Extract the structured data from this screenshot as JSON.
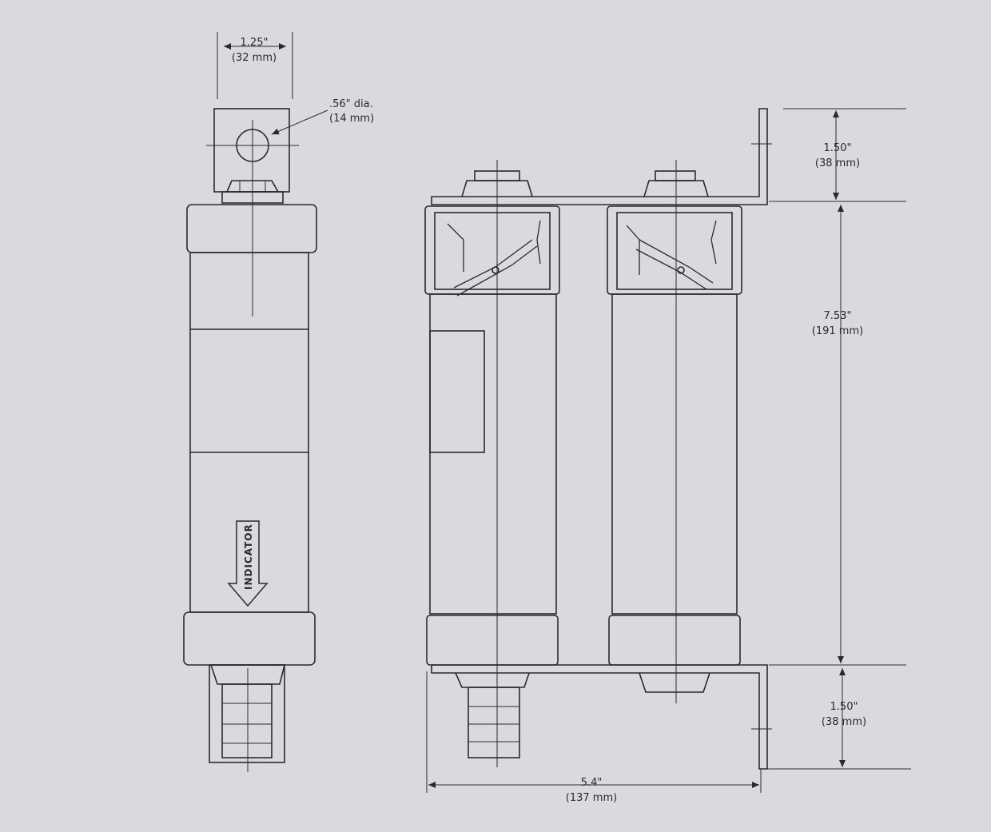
{
  "page": {
    "background": "#dcd9de",
    "line_color": "#2a2a2e"
  },
  "dimensions": {
    "width_top": {
      "imperial": "1.25\"",
      "metric": "(32 mm)"
    },
    "hole_dia": {
      "imperial": ".56\" dia.",
      "metric": "(14 mm)"
    },
    "bracket_top": {
      "imperial": "1.50\"",
      "metric": "(38 mm)"
    },
    "body_length": {
      "imperial": "7.53\"",
      "metric": "(191 mm)"
    },
    "bracket_bottom": {
      "imperial": "1.50\"",
      "metric": "(38 mm)"
    },
    "overall_width": {
      "imperial": "5.4\"",
      "metric": "(137 mm)"
    }
  },
  "labels": {
    "indicator": "INDICATOR"
  }
}
